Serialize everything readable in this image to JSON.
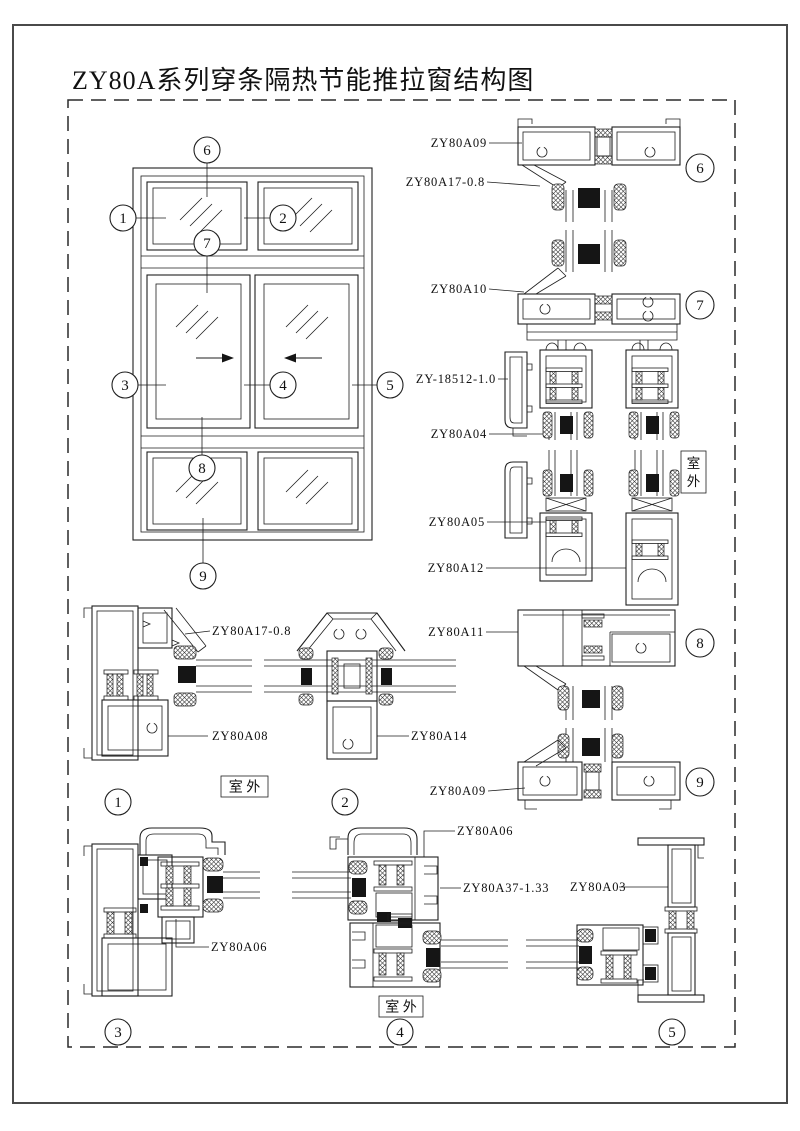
{
  "title": "ZY80A系列穿条隔热节能推拉窗结构图",
  "colors": {
    "line": "#1f1f1f",
    "background": "#ffffff"
  },
  "outdoor": {
    "word": "室外",
    "spaced": "室 外",
    "char_top": "室",
    "char_bottom": "外"
  },
  "callouts": {
    "e1": "1",
    "e2": "2",
    "e3": "3",
    "e4": "4",
    "e5": "5",
    "e6": "6",
    "e7": "7",
    "e8": "8",
    "e9": "9",
    "s6": "6",
    "s7": "7",
    "s8": "8",
    "s9": "9",
    "d1": "1",
    "d2": "2",
    "d3": "3",
    "d4": "4",
    "d5": "5"
  },
  "part_labels": {
    "zy80a09_top": "ZY80A09",
    "zy80a17_top": "ZY80A17-0.8",
    "zy80a10": "ZY80A10",
    "zy18512": "ZY-18512-1.0",
    "zy80a04": "ZY80A04",
    "zy80a05": "ZY80A05",
    "zy80a12": "ZY80A12",
    "zy80a11": "ZY80A11",
    "zy80a09_bottom": "ZY80A09",
    "zy80a17_d1": "ZY80A17-0.8",
    "zy80a08": "ZY80A08",
    "zy80a14": "ZY80A14",
    "zy80a06_d3": "ZY80A06",
    "zy80a06_d4": "ZY80A06",
    "zy80a37": "ZY80A37-1.33",
    "zy80a03": "ZY80A03"
  }
}
